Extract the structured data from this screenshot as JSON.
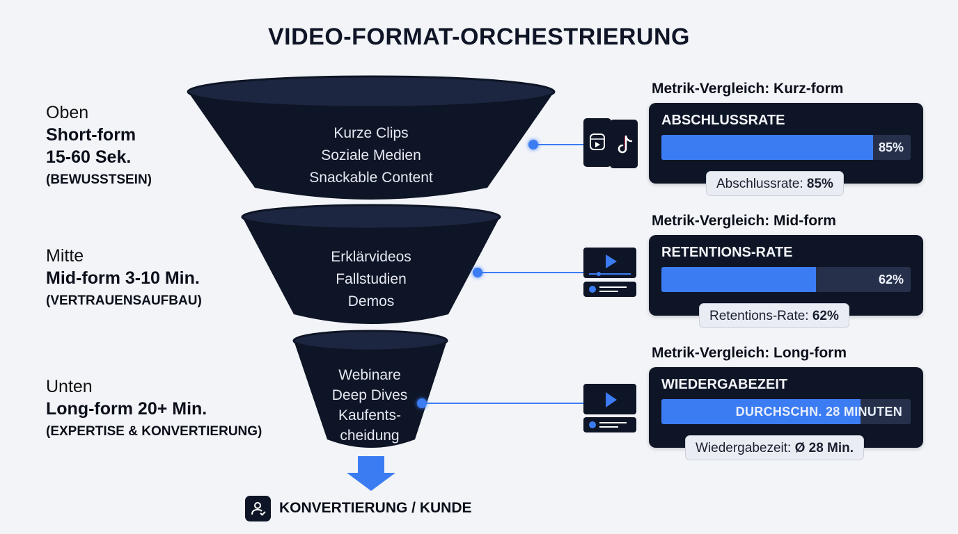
{
  "title": "VIDEO-FORMAT-ORCHESTRIERUNG",
  "stages": [
    {
      "position": "Oben",
      "format_lines": [
        "Short-form",
        "15-60 Sek."
      ],
      "phase": "(BEWUSSTSEIN)",
      "funnel_items": [
        "Kurze Clips",
        "Soziale Medien",
        "Snackable Content"
      ],
      "platform_icons": [
        "instagram-reels-icon",
        "tiktok-icon"
      ],
      "metric": {
        "heading": "Metrik-Vergleich: Kurz-form",
        "name": "ABSCHLUSSRATE",
        "value_percent": 85,
        "value_label": "85%",
        "pill_label": "Abschlussrate: ",
        "pill_value": "85%"
      }
    },
    {
      "position": "Mitte",
      "format_lines": [
        "Mid-form 3-10 Min."
      ],
      "phase": "(VERTRAUENSAUFBAU)",
      "funnel_items": [
        "Erklärvideos",
        "Fallstudien",
        "Demos"
      ],
      "platform_icons": [
        "video-player-icon"
      ],
      "metric": {
        "heading": "Metrik-Vergleich: Mid-form",
        "name": "RETENTIONS-RATE",
        "value_percent": 62,
        "value_label": "62%",
        "pill_label": "Retentions-Rate: ",
        "pill_value": "62%"
      }
    },
    {
      "position": "Unten",
      "format_lines": [
        "Long-form 20+ Min."
      ],
      "phase": "(EXPERTISE & KONVERTIERUNG)",
      "funnel_items": [
        "Webinare",
        "Deep Dives",
        "Kaufents-",
        "cheidung"
      ],
      "platform_icons": [
        "video-player-icon"
      ],
      "metric": {
        "heading": "Metrik-Vergleich: Long-form",
        "name": "WIEDERGABEZEIT",
        "bar_fill_fraction": 0.8,
        "value_label": "DURCHSCHN. 28 MINUTEN",
        "pill_label": "Wiedergabezeit: ",
        "pill_value": "Ø 28 Min."
      }
    }
  ],
  "conversion": {
    "label": "KONVERTIERUNG / KUNDE",
    "icon": "user-check-icon"
  },
  "colors": {
    "funnel": "#0e1526",
    "accent": "#3b7cf3",
    "background": "#f2f4f8"
  }
}
